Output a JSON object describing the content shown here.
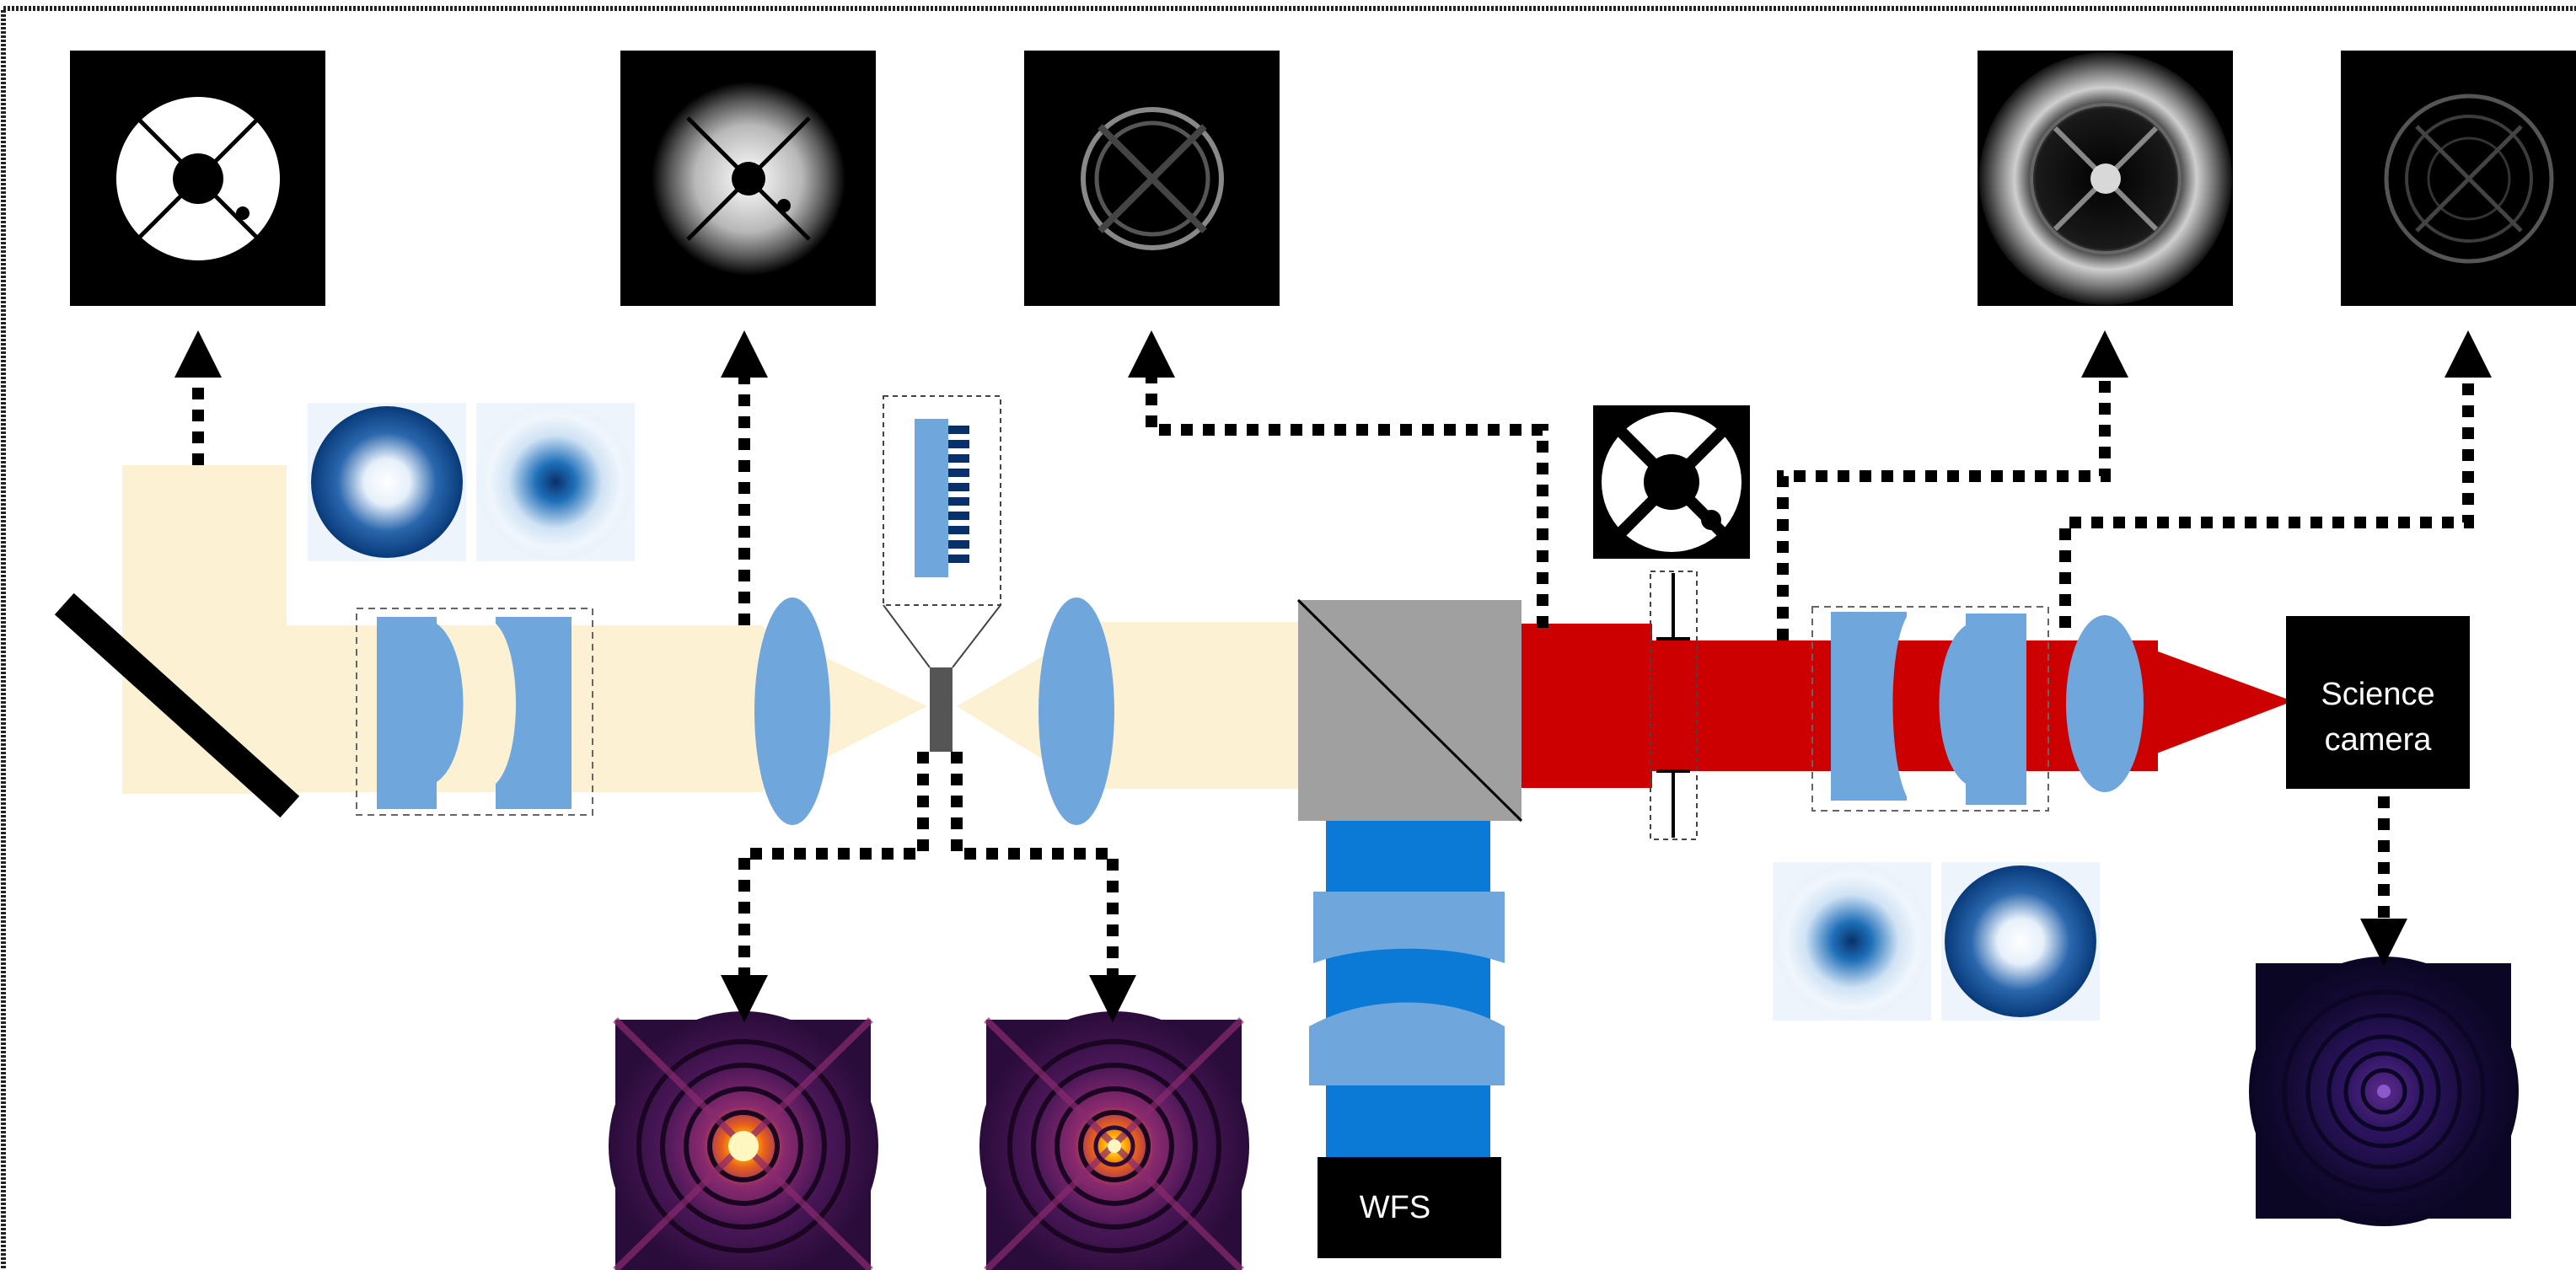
{
  "labels": {
    "science_camera_line1": "Science",
    "science_camera_line2": "camera",
    "wfs": "WFS"
  },
  "colors": {
    "beam_pre": "#fdf1d3",
    "beam_post": "#cc0000",
    "lens": "#6fa6dc",
    "wfs_beam": "#0b7ad6",
    "beamsplitter": "#a0a0a0",
    "arrow": "#000000"
  },
  "icons": {
    "pupil_mask": "pupil-mask-icon",
    "apodizer_profile": "apodizer-profile-icon",
    "psf": "psf-image-icon",
    "deformable_mirror": "deformable-mirror-icon",
    "beamsplitter": "beamsplitter-cube-icon"
  }
}
